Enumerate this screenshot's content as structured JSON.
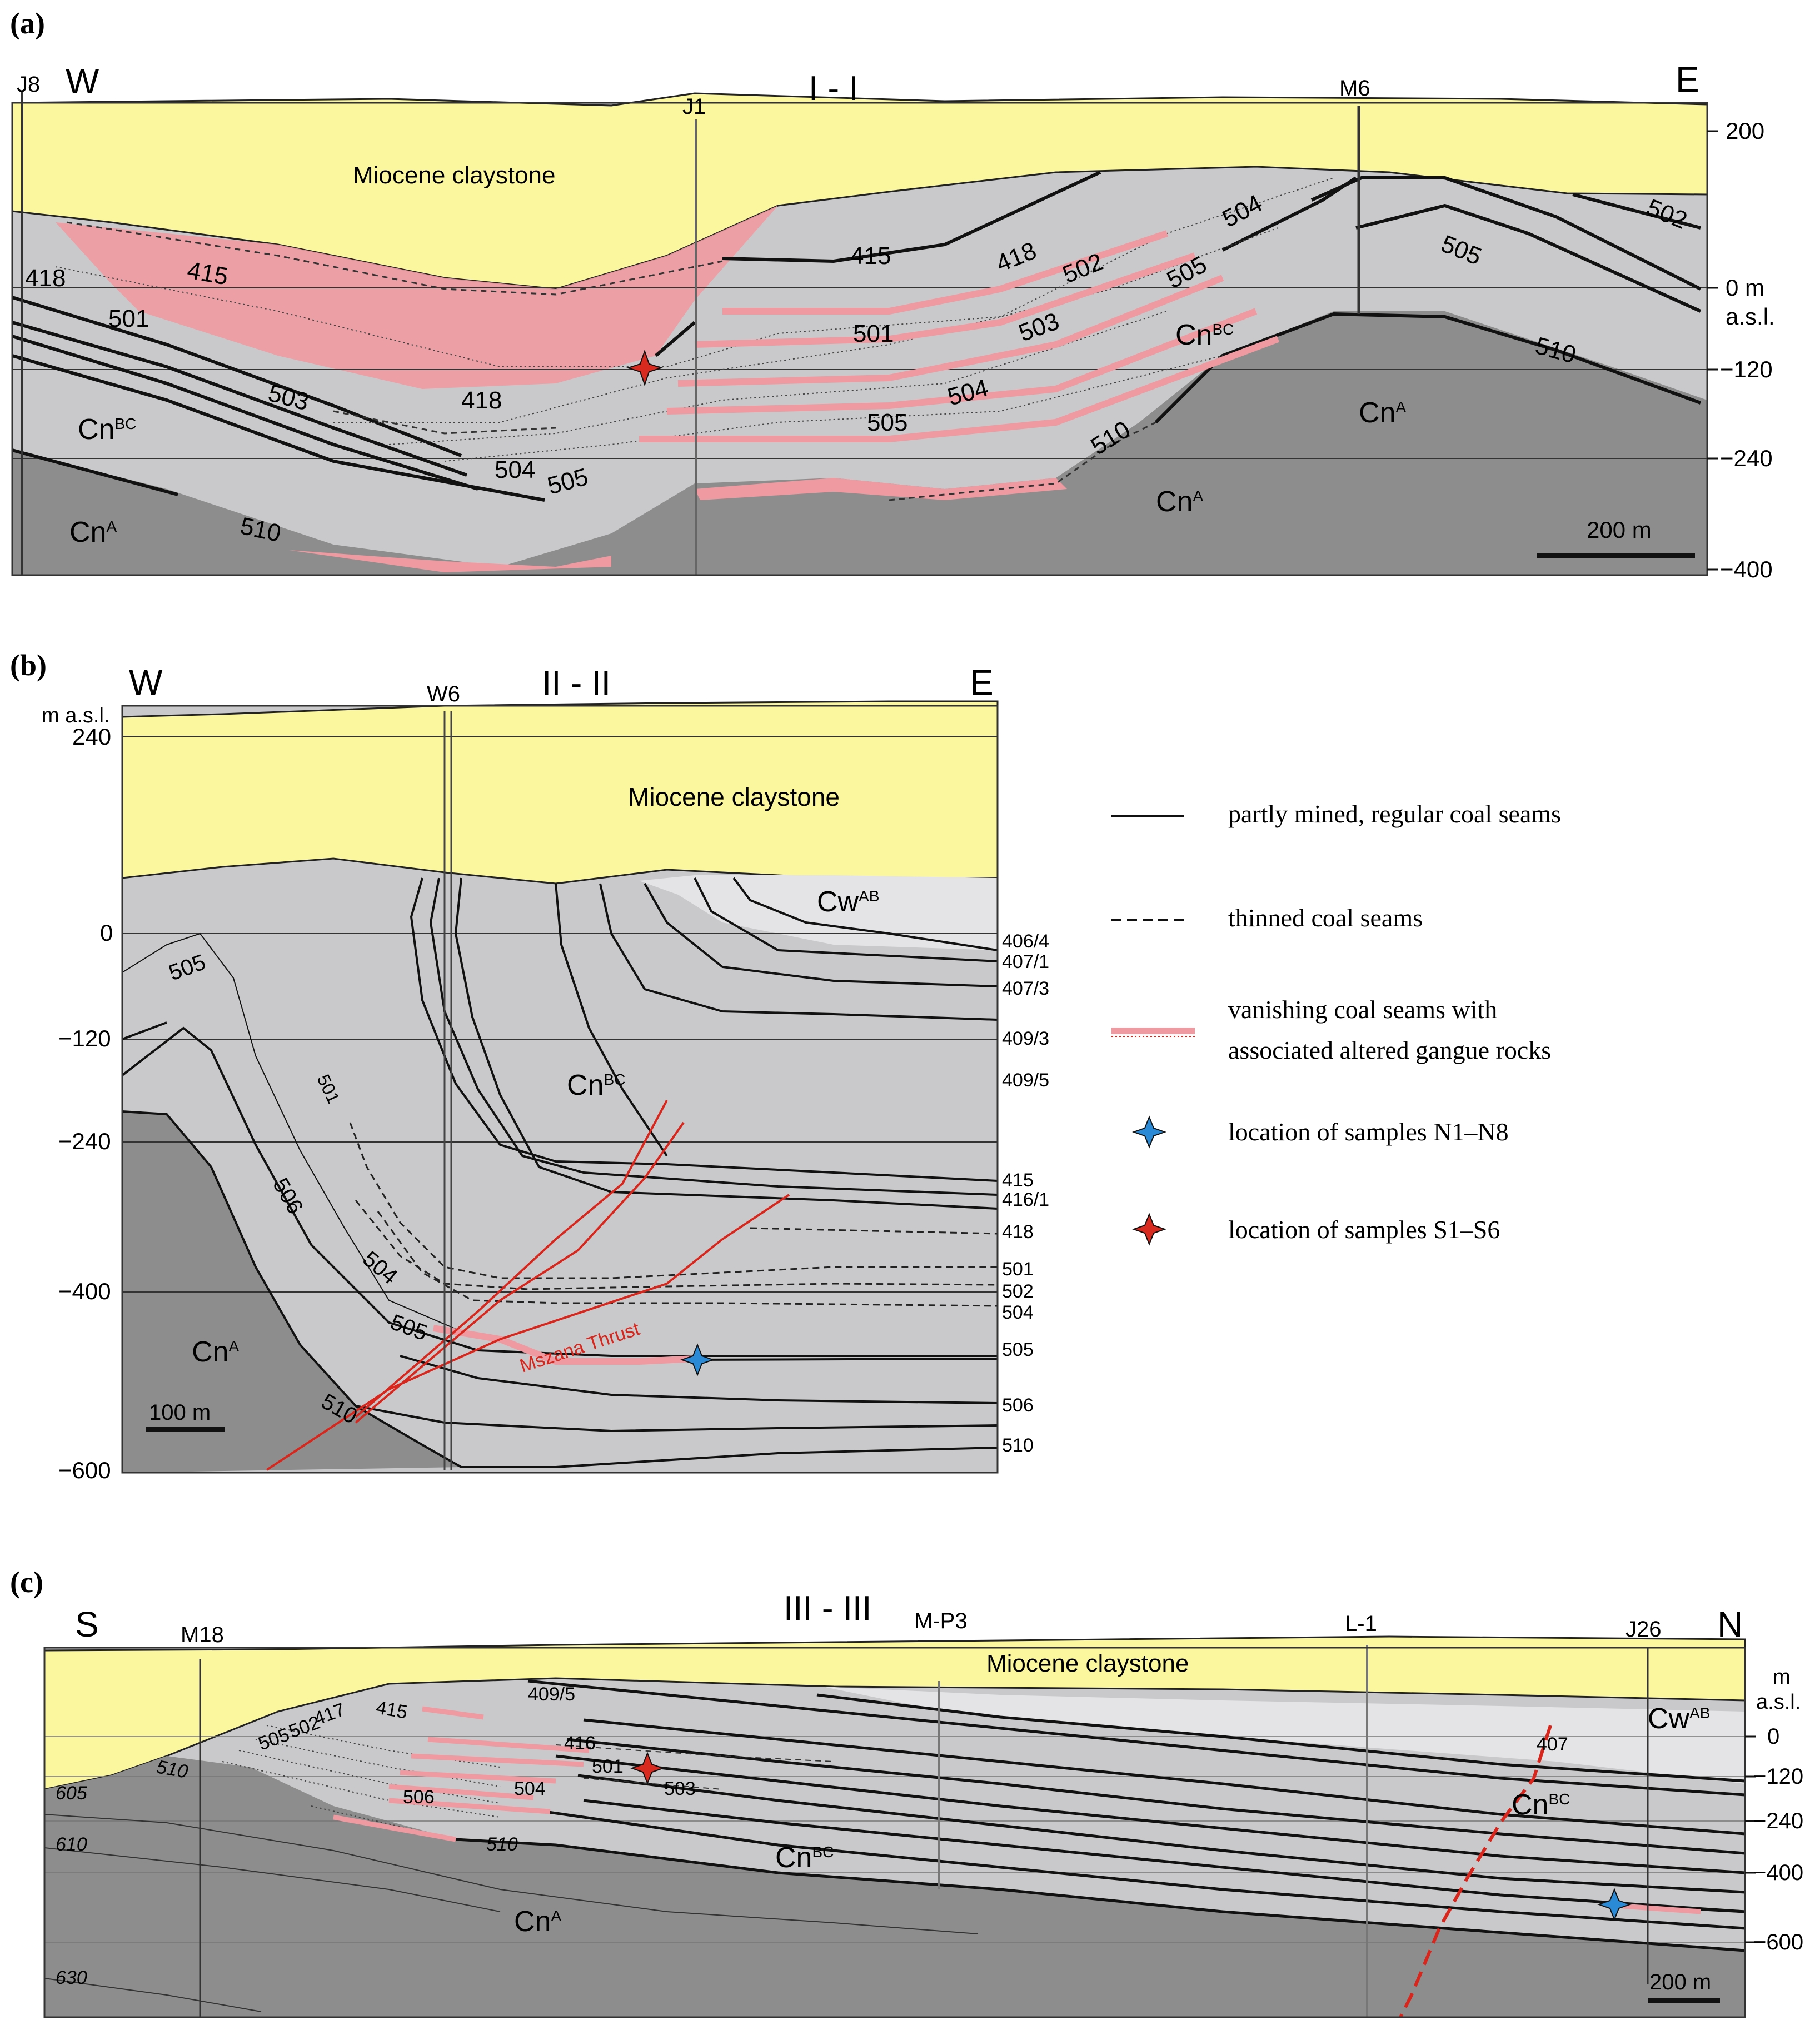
{
  "panels": {
    "a": {
      "label": "(a)",
      "section": "I - I",
      "west": "W",
      "east": "E",
      "wells": [
        "J8",
        "J1",
        "M6"
      ],
      "miocene": "Miocene claystone",
      "elevations": [
        "200",
        "0 m",
        "a.s.l.",
        "−120",
        "−240",
        "−400"
      ],
      "units": {
        "cnbc_base": "Cn",
        "cnbc_sup": "BC",
        "cna_base": "Cn",
        "cna_sup": "A"
      },
      "seams": [
        "418",
        "501",
        "503",
        "415",
        "418",
        "504",
        "505",
        "510",
        "415",
        "501",
        "418",
        "502",
        "503",
        "504",
        "505",
        "505",
        "504",
        "510",
        "502",
        "505",
        "510"
      ],
      "scale": "200 m"
    },
    "b": {
      "label": "(b)",
      "section": "II - II",
      "west": "W",
      "east": "E",
      "well": "W6",
      "miocene": "Miocene claystone",
      "axis_title": "m a.s.l.",
      "elevations": [
        "240",
        "0",
        "−120",
        "−240",
        "−400",
        "−600"
      ],
      "units": {
        "cwab_base": "Cw",
        "cwab_sup": "AB",
        "cnbc_base": "Cn",
        "cnbc_sup": "BC",
        "cna_base": "Cn",
        "cna_sup": "A"
      },
      "right_labels": [
        "406/4",
        "407/1",
        "407/3",
        "409/3",
        "409/5",
        "415",
        "416/1",
        "418",
        "501",
        "502",
        "504",
        "505",
        "506",
        "510"
      ],
      "inner_labels": [
        "505",
        "501",
        "506",
        "504",
        "505",
        "510"
      ],
      "thrust": "Mszana Thrust",
      "scale": "100 m"
    },
    "c": {
      "label": "(c)",
      "section": "III - III",
      "south": "S",
      "north": "N",
      "wells": [
        "M18",
        "M-P3",
        "L-1",
        "J26"
      ],
      "miocene": "Miocene claystone",
      "axis_title_1": "m",
      "axis_title_2": "a.s.l.",
      "elevations": [
        "0",
        "−120",
        "−240",
        "−400",
        "−600"
      ],
      "units": {
        "cwab_base": "Cw",
        "cwab_sup": "AB",
        "cnbc_base": "Cn",
        "cnbc_sup": "BC",
        "cna_base": "Cn",
        "cna_sup": "A"
      },
      "seams": [
        "415",
        "417",
        "502",
        "505",
        "409/5",
        "416",
        "501",
        "504",
        "503",
        "506",
        "510",
        "605",
        "610",
        "630",
        "510",
        "407"
      ],
      "scale": "200 m"
    }
  },
  "legend": {
    "items": [
      {
        "label": "partly mined, regular coal seams"
      },
      {
        "label": "thinned coal seams"
      },
      {
        "label": "vanishing coal seams with",
        "label2": "associated altered gangue rocks"
      },
      {
        "label": "location of samples N1–N8"
      },
      {
        "label": "location of samples S1–S6"
      }
    ]
  },
  "colors": {
    "miocene": "#fbf79f",
    "cnbc": "#c9c9cb",
    "cwab": "#e4e4e6",
    "cna": "#8e8d8d",
    "altered": "#ef9aa0",
    "thrust": "#d9261c",
    "blue_marker": "#2a8ad6",
    "red_marker": "#d92a1f"
  }
}
